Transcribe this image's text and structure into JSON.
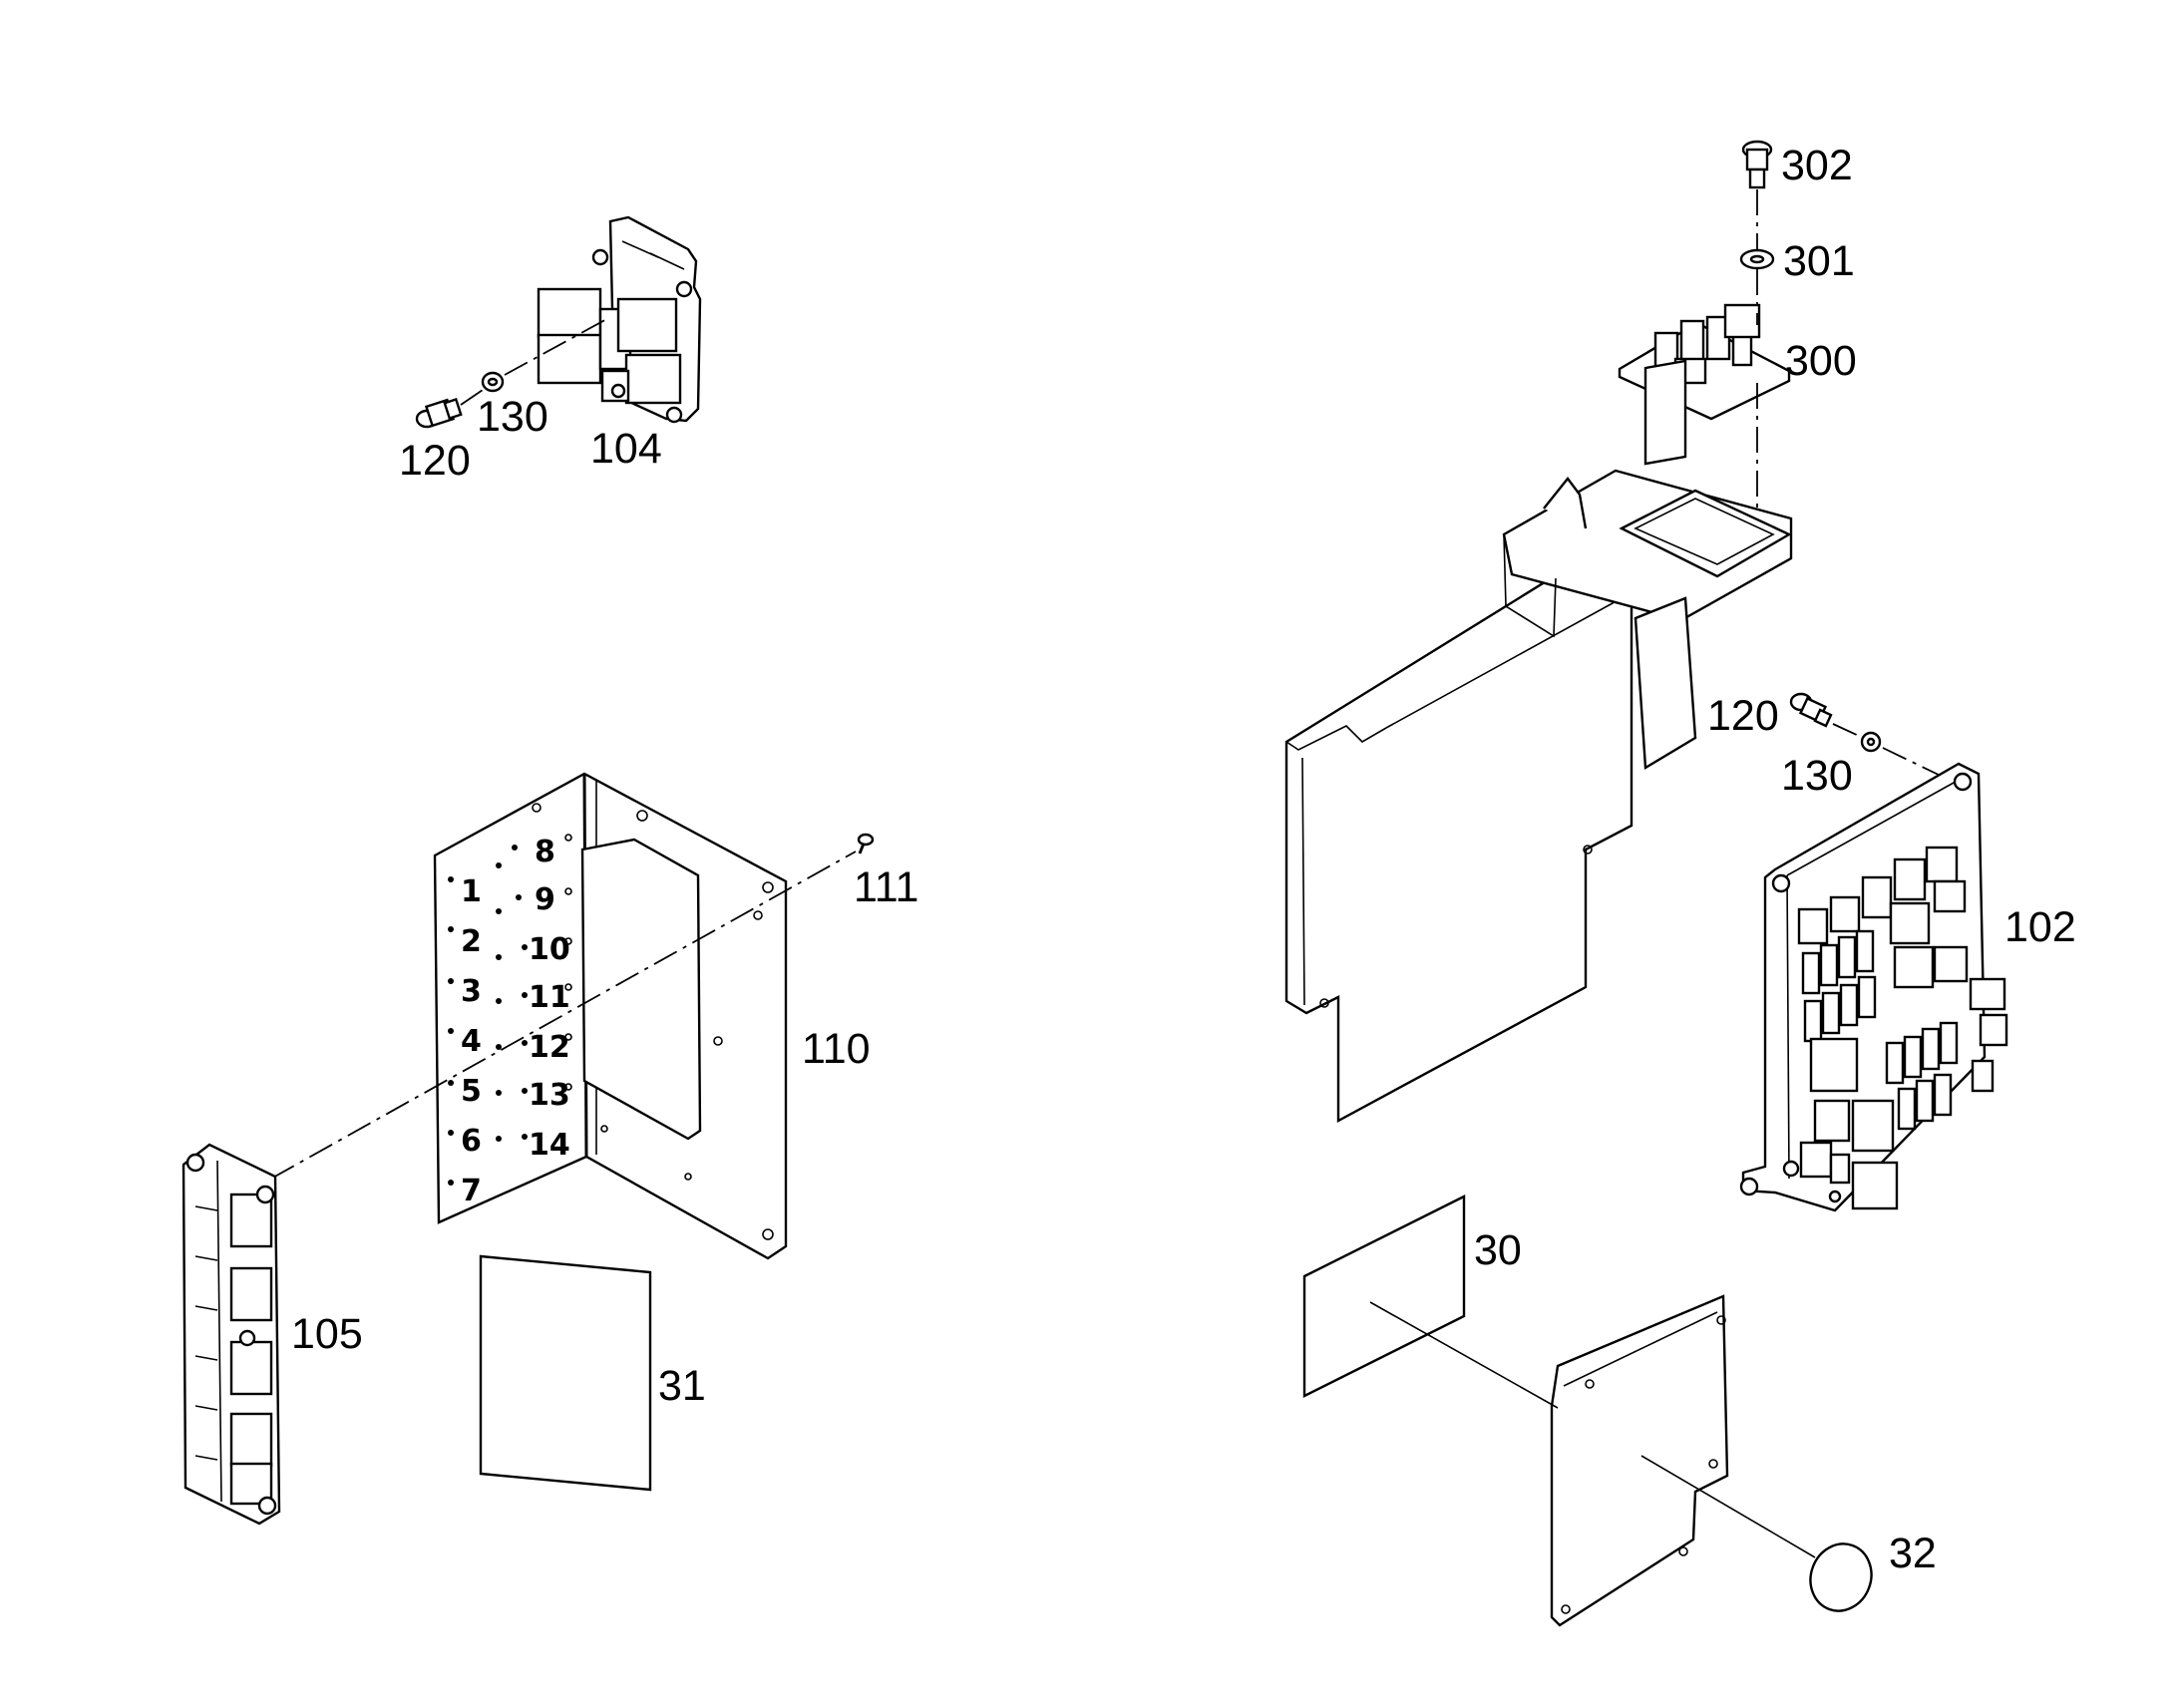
{
  "callouts": {
    "c302": "302",
    "c301": "301",
    "c300": "300",
    "c120_right": "120",
    "c130_right": "130",
    "c102": "102",
    "c30": "30",
    "c32": "32",
    "c120_left": "120",
    "c130_left": "130",
    "c104": "104",
    "c111": "111",
    "c110": "110",
    "c105": "105",
    "c31": "31"
  },
  "plate_numbers": [
    "1",
    "2",
    "3",
    "4",
    "5",
    "6",
    "7",
    "8",
    "9",
    "10",
    "11",
    "12",
    "13",
    "14"
  ]
}
